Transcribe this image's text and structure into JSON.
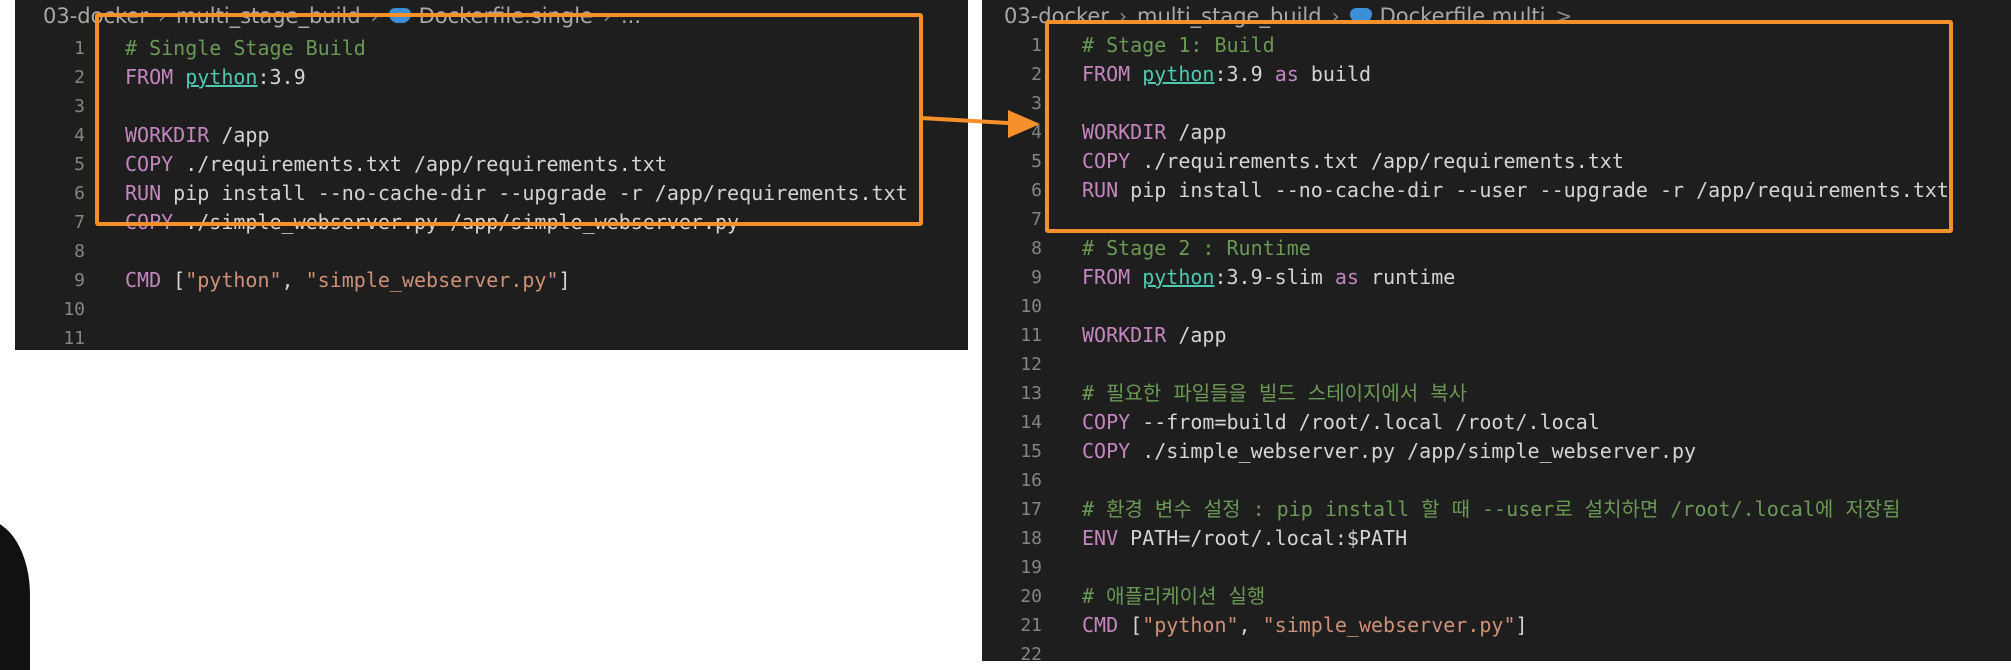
{
  "left_editor": {
    "breadcrumb": [
      "03-docker",
      "multi_stage_build",
      "Dockerfile.single",
      "..."
    ],
    "lines": [
      {
        "n": "1",
        "parts": [
          {
            "t": "# Single Stage Build",
            "c": "cm"
          }
        ]
      },
      {
        "n": "2",
        "parts": [
          {
            "t": "FROM ",
            "c": "kw"
          },
          {
            "t": "python",
            "c": "img"
          },
          {
            "t": ":3.9",
            "c": "plain"
          }
        ]
      },
      {
        "n": "3",
        "parts": []
      },
      {
        "n": "4",
        "parts": [
          {
            "t": "WORKDIR",
            "c": "kw"
          },
          {
            "t": " /app",
            "c": "plain"
          }
        ]
      },
      {
        "n": "5",
        "parts": [
          {
            "t": "COPY",
            "c": "kw"
          },
          {
            "t": " ./requirements.txt /app/requirements.txt",
            "c": "plain"
          }
        ]
      },
      {
        "n": "6",
        "parts": [
          {
            "t": "RUN",
            "c": "kw"
          },
          {
            "t": " pip install --no-cache-dir --upgrade -r /app/requirements.txt",
            "c": "plain"
          }
        ]
      },
      {
        "n": "7",
        "parts": [
          {
            "t": "COPY",
            "c": "kw"
          },
          {
            "t": " ./simple_webserver.py /app/simple_webserver.py",
            "c": "plain"
          }
        ]
      },
      {
        "n": "8",
        "parts": []
      },
      {
        "n": "9",
        "parts": [
          {
            "t": "CMD",
            "c": "kw"
          },
          {
            "t": " [",
            "c": "plain"
          },
          {
            "t": "\"python\"",
            "c": "str"
          },
          {
            "t": ", ",
            "c": "plain"
          },
          {
            "t": "\"simple_webserver.py\"",
            "c": "str"
          },
          {
            "t": "]",
            "c": "plain"
          }
        ]
      },
      {
        "n": "10",
        "parts": []
      },
      {
        "n": "11",
        "parts": []
      }
    ]
  },
  "right_editor": {
    "breadcrumb": [
      "03-docker",
      "multi_stage_build",
      "Dockerfile.multi",
      ">"
    ],
    "lines": [
      {
        "n": "1",
        "parts": [
          {
            "t": "# Stage 1: Build",
            "c": "cm"
          }
        ]
      },
      {
        "n": "2",
        "parts": [
          {
            "t": "FROM ",
            "c": "kw"
          },
          {
            "t": "python",
            "c": "img"
          },
          {
            "t": ":3.9 ",
            "c": "plain"
          },
          {
            "t": "as",
            "c": "kw"
          },
          {
            "t": " build",
            "c": "plain"
          }
        ]
      },
      {
        "n": "3",
        "parts": []
      },
      {
        "n": "4",
        "parts": [
          {
            "t": "WORKDIR",
            "c": "kw"
          },
          {
            "t": " /app",
            "c": "plain"
          }
        ]
      },
      {
        "n": "5",
        "parts": [
          {
            "t": "COPY",
            "c": "kw"
          },
          {
            "t": " ./requirements.txt /app/requirements.txt",
            "c": "plain"
          }
        ]
      },
      {
        "n": "6",
        "parts": [
          {
            "t": "RUN",
            "c": "kw"
          },
          {
            "t": " pip install --no-cache-dir --user --upgrade -r /app/requirements.txt",
            "c": "plain"
          }
        ]
      },
      {
        "n": "7",
        "parts": []
      },
      {
        "n": "8",
        "parts": [
          {
            "t": "# Stage 2 : Runtime",
            "c": "cm"
          }
        ]
      },
      {
        "n": "9",
        "parts": [
          {
            "t": "FROM ",
            "c": "kw"
          },
          {
            "t": "python",
            "c": "img"
          },
          {
            "t": ":3.9-slim ",
            "c": "plain"
          },
          {
            "t": "as",
            "c": "kw"
          },
          {
            "t": " runtime",
            "c": "plain"
          }
        ]
      },
      {
        "n": "10",
        "parts": []
      },
      {
        "n": "11",
        "parts": [
          {
            "t": "WORKDIR",
            "c": "kw"
          },
          {
            "t": " /app",
            "c": "plain"
          }
        ]
      },
      {
        "n": "12",
        "parts": []
      },
      {
        "n": "13",
        "parts": [
          {
            "t": "# 필요한 파일들을 빌드 스테이지에서 복사",
            "c": "cm"
          }
        ]
      },
      {
        "n": "14",
        "parts": [
          {
            "t": "COPY",
            "c": "kw"
          },
          {
            "t": " --from=build /root/.local /root/.local",
            "c": "plain"
          }
        ]
      },
      {
        "n": "15",
        "parts": [
          {
            "t": "COPY",
            "c": "kw"
          },
          {
            "t": " ./simple_webserver.py /app/simple_webserver.py",
            "c": "plain"
          }
        ]
      },
      {
        "n": "16",
        "parts": []
      },
      {
        "n": "17",
        "parts": [
          {
            "t": "# 환경 변수 설정 : pip install 할 때 --user로 설치하면 /root/.local에 저장됨",
            "c": "cm"
          }
        ]
      },
      {
        "n": "18",
        "parts": [
          {
            "t": "ENV",
            "c": "kw"
          },
          {
            "t": " PATH=/root/.local:$PATH",
            "c": "plain"
          }
        ]
      },
      {
        "n": "19",
        "parts": []
      },
      {
        "n": "20",
        "parts": [
          {
            "t": "# 애플리케이션 실행",
            "c": "cm"
          }
        ]
      },
      {
        "n": "21",
        "parts": [
          {
            "t": "CMD",
            "c": "kw"
          },
          {
            "t": " [",
            "c": "plain"
          },
          {
            "t": "\"python\"",
            "c": "str"
          },
          {
            "t": ", ",
            "c": "plain"
          },
          {
            "t": "\"simple_webserver.py\"",
            "c": "str"
          },
          {
            "t": "]",
            "c": "plain"
          }
        ]
      },
      {
        "n": "22",
        "parts": []
      }
    ]
  },
  "colors": {
    "editor_bg": "#1e1e1e",
    "highlight": "#f5902a",
    "comment": "#6a9955",
    "keyword": "#c586c0",
    "image": "#4ec9b0",
    "string": "#ce9178",
    "text": "#d4d4d4",
    "line_number": "#858585"
  }
}
